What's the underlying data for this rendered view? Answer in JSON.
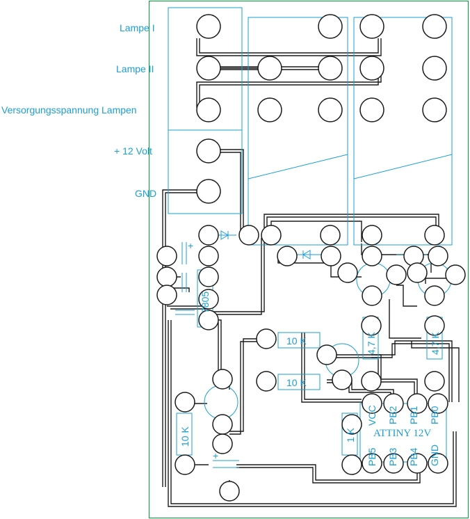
{
  "labels": {
    "lamp1": "Lampe I",
    "lamp2": "Lampe II",
    "supply": "Versorgungsspannung Lampen",
    "v12": "+ 12 Volt",
    "gnd": "GND"
  },
  "components": {
    "reg": "7805",
    "r1": "10 K",
    "r2": "10 K",
    "r3": "4,7 K",
    "r4": "4,7 K",
    "r5": "10 K",
    "r6": "1 K",
    "mcu": "ATTINY 12V",
    "cap_plus": "+"
  },
  "pins": {
    "top": [
      "VCC",
      "PB2",
      "PB1",
      "PB0"
    ],
    "bottom": [
      "PB5",
      "PB3",
      "PB4",
      "GND"
    ]
  },
  "colors": {
    "silkscreen": "#1a9fd6",
    "traces": "#1a1a1a",
    "outline": "#1f9a4e"
  }
}
